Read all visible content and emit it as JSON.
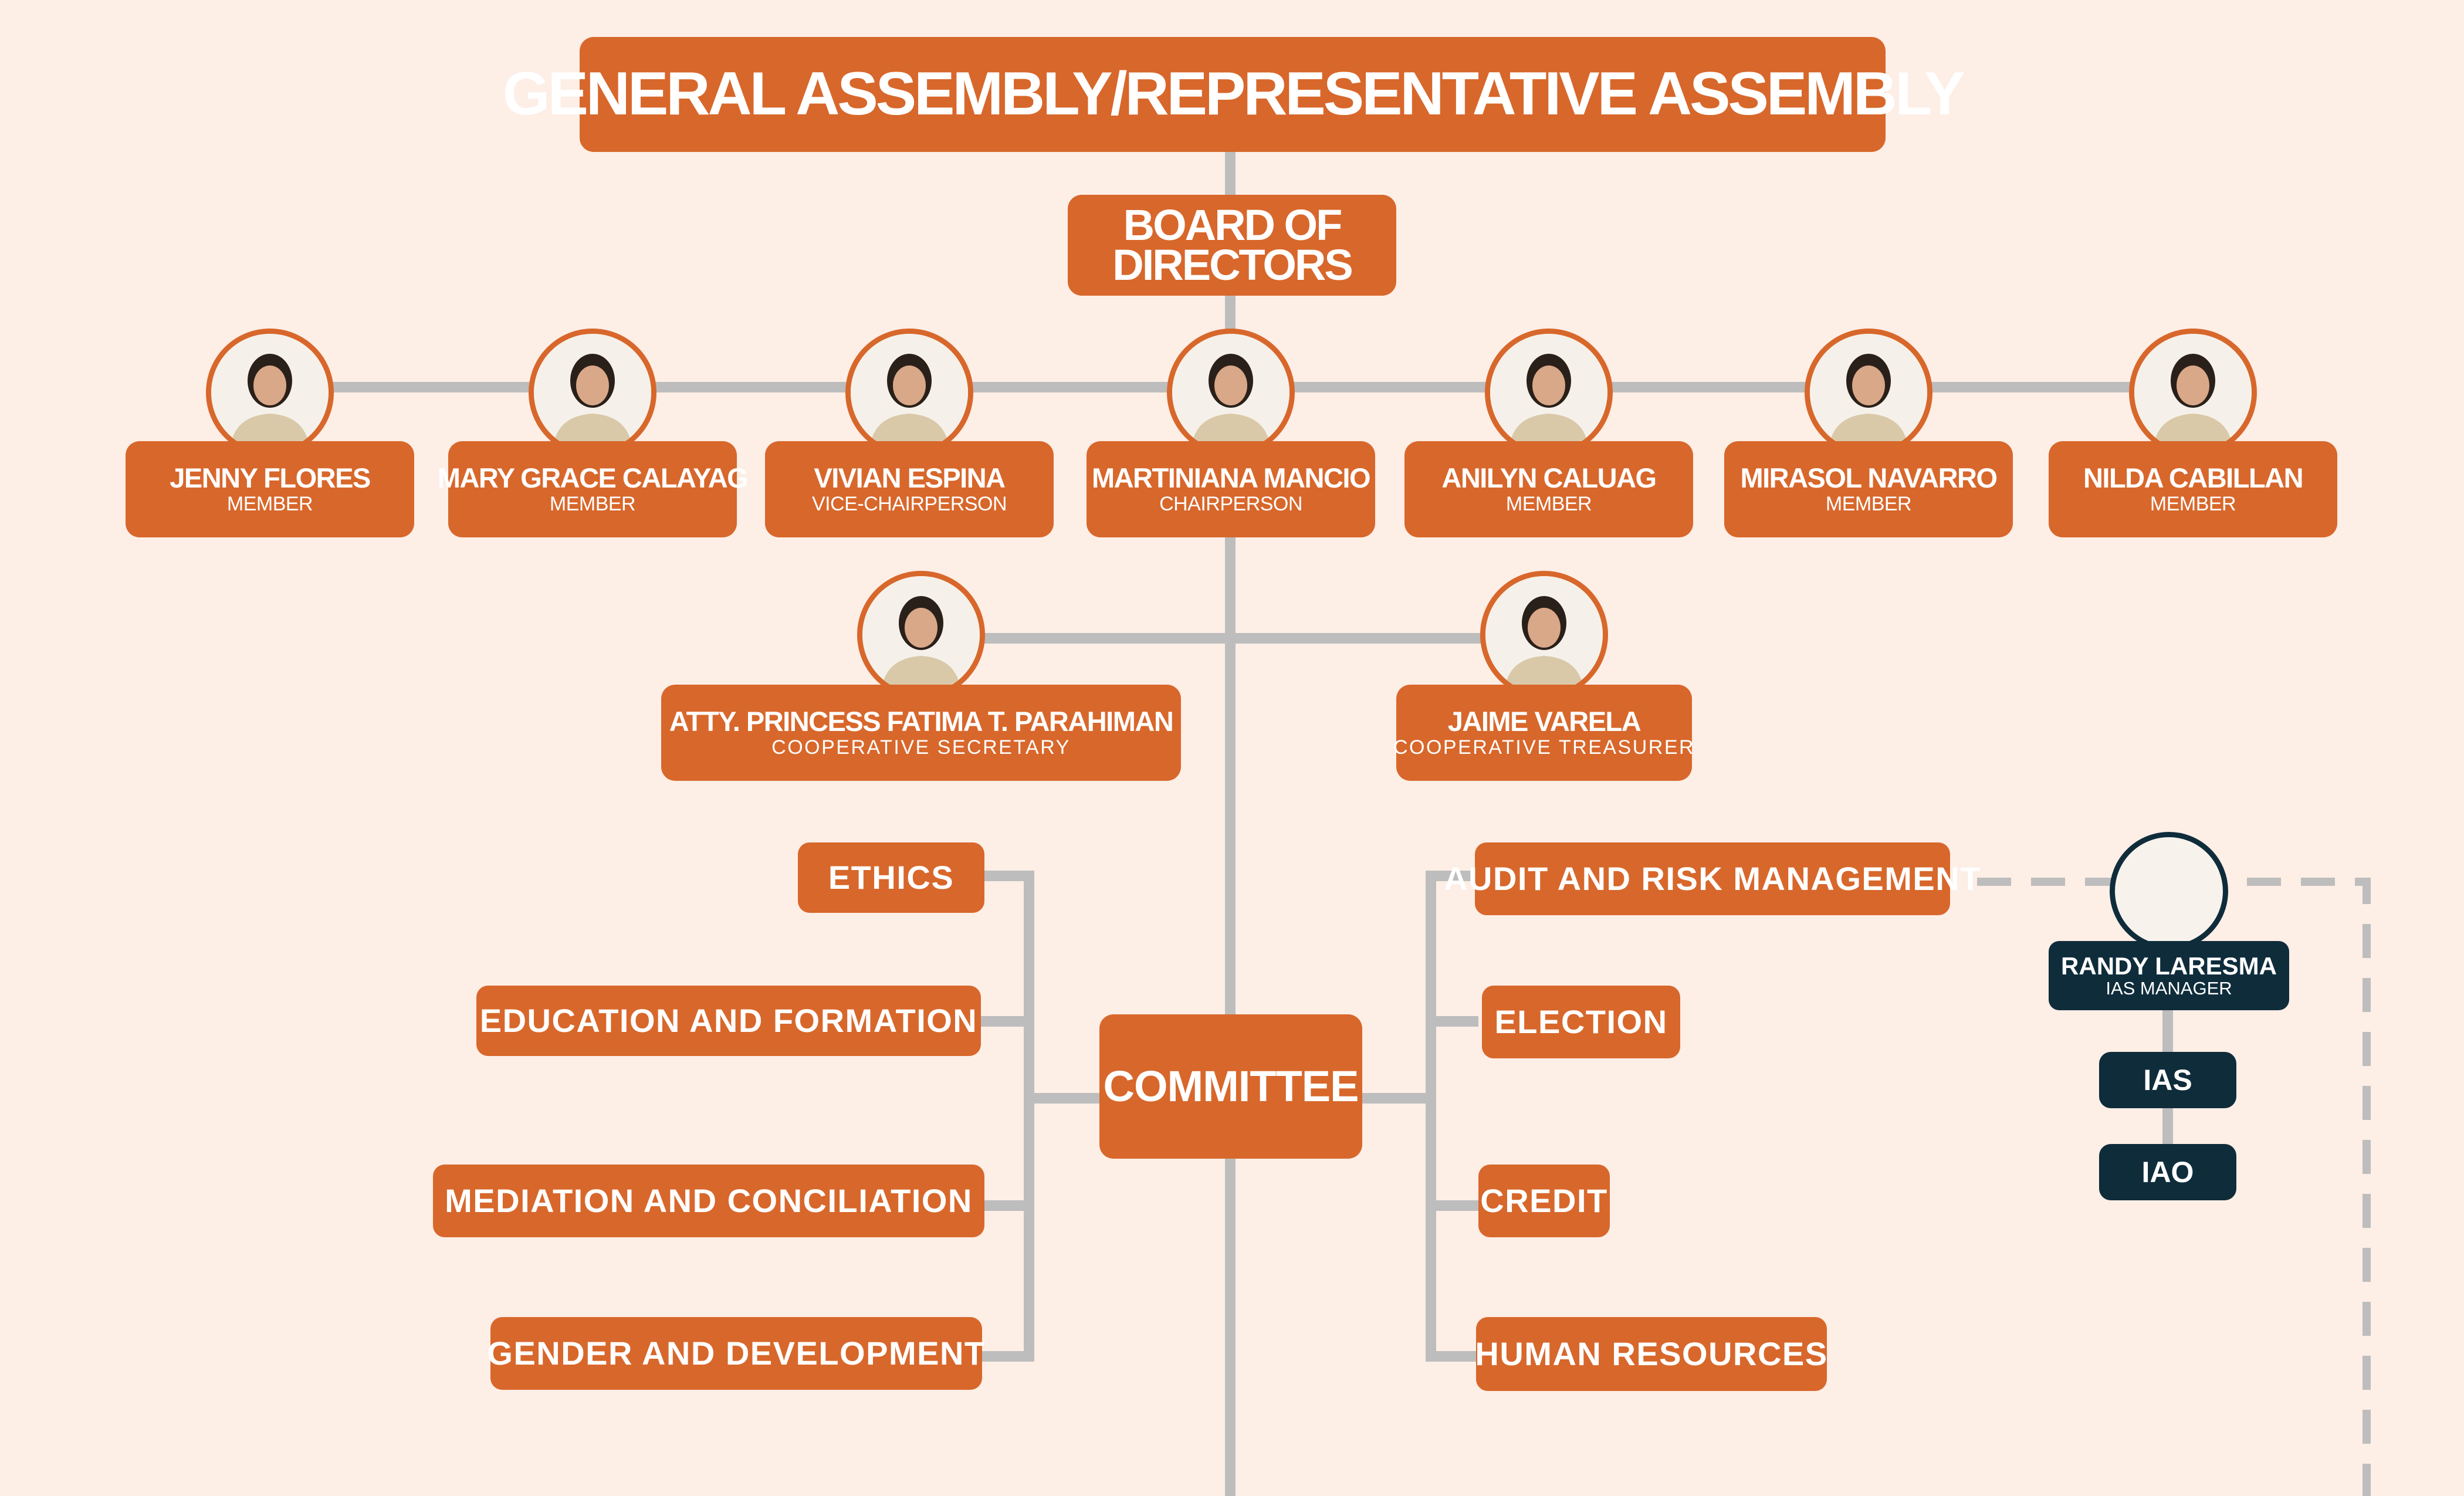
{
  "header": {
    "title": "GENERAL ASSEMBLY/REPRESENTATIVE ASSEMBLY"
  },
  "board": {
    "title_line1": "BOARD OF",
    "title_line2": "DIRECTORS"
  },
  "directors": [
    {
      "name": "JENNY FLORES",
      "role": "MEMBER"
    },
    {
      "name": "MARY GRACE CALAYAG",
      "role": "MEMBER"
    },
    {
      "name": "VIVIAN ESPINA",
      "role": "VICE-CHAIRPERSON"
    },
    {
      "name": "MARTINIANA MANCIO",
      "role": "CHAIRPERSON"
    },
    {
      "name": "ANILYN CALUAG",
      "role": "MEMBER"
    },
    {
      "name": "MIRASOL NAVARRO",
      "role": "MEMBER"
    },
    {
      "name": "NILDA CABILLAN",
      "role": "MEMBER"
    }
  ],
  "officers": [
    {
      "name": "ATTY. PRINCESS FATIMA T. PARAHIMAN",
      "role": "COOPERATIVE SECRETARY"
    },
    {
      "name": "JAIME VARELA",
      "role": "COOPERATIVE TREASURER"
    }
  ],
  "committee": {
    "label": "COMMITTEE",
    "left": [
      "ETHICS",
      "EDUCATION AND FORMATION",
      "MEDIATION AND CONCILIATION",
      "GENDER AND DEVELOPMENT"
    ],
    "right": [
      "AUDIT AND RISK MANAGEMENT",
      "ELECTION",
      "CREDIT",
      "HUMAN RESOURCES"
    ]
  },
  "ias": {
    "name": "RANDY LARESMA",
    "role": "IAS MANAGER",
    "units": [
      "IAS",
      "IAO"
    ]
  },
  "colors": {
    "background": "#fdeee6",
    "accent": "#d8672b",
    "dark": "#0f2c3b",
    "connector": "#bdbdbd"
  },
  "icons": {
    "person": "person-photo-icon"
  }
}
